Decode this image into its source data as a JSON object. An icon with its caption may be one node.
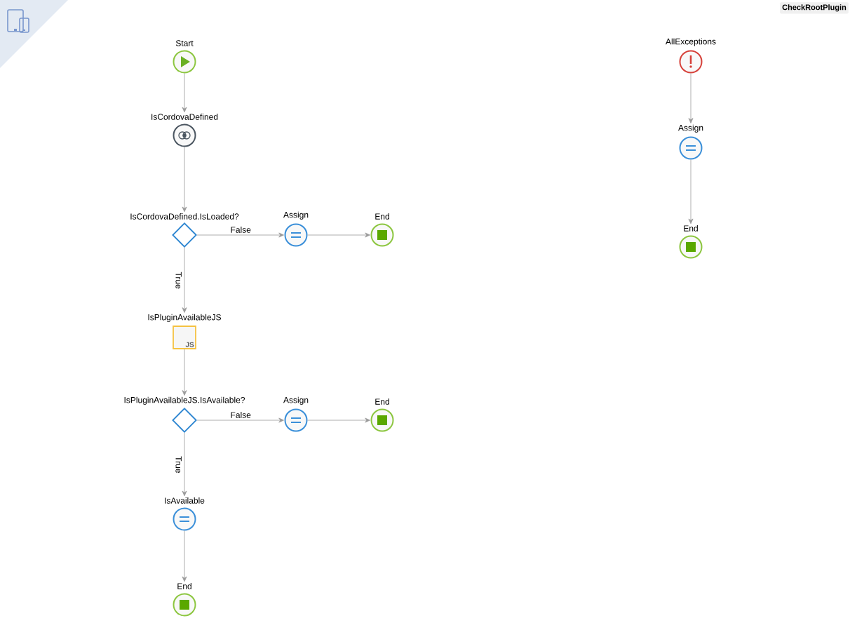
{
  "diagram": {
    "nodes": [
      {
        "text": [
          "Start"
        ]
      },
      {
        "text": [
          "IsCordovaDefined"
        ]
      },
      {
        "text": [
          "IsCordovaDefined.IsLoaded?"
        ]
      },
      {
        "text": [
          "Assign"
        ]
      },
      {
        "text": [
          "End"
        ]
      },
      {
        "text": [
          "IsPluginAvailableJS",
          "JS"
        ]
      },
      {
        "text": [
          "IsPluginAvailableJS.IsAvailable?"
        ]
      },
      {
        "text": [
          "Assign"
        ]
      },
      {
        "text": [
          "End"
        ]
      },
      {
        "text": [
          "IsAvailable"
        ]
      },
      {
        "text": [
          "End"
        ]
      },
      {
        "text": [
          "AllExceptions"
        ]
      },
      {
        "text": [
          "Assign"
        ]
      },
      {
        "text": [
          "End"
        ]
      }
    ],
    "edges": [
      {
        "from": 0,
        "to": 1,
        "arrow": "to"
      },
      {
        "from": 1,
        "to": 2,
        "arrow": "to"
      },
      {
        "from": 2,
        "to": 3,
        "arrow": "to",
        "label": "False"
      },
      {
        "from": 3,
        "to": 4,
        "arrow": "to"
      },
      {
        "from": 2,
        "to": 5,
        "arrow": "to",
        "label": "True"
      },
      {
        "from": 5,
        "to": 6,
        "arrow": "to"
      },
      {
        "from": 6,
        "to": 7,
        "arrow": "to",
        "label": "False"
      },
      {
        "from": 7,
        "to": 8,
        "arrow": "to"
      },
      {
        "from": 6,
        "to": 9,
        "arrow": "to",
        "label": "True"
      },
      {
        "from": 9,
        "to": 10,
        "arrow": "to"
      },
      {
        "from": 11,
        "to": 12,
        "arrow": "to"
      },
      {
        "from": 12,
        "to": 13,
        "arrow": "to"
      }
    ],
    "labels": [
      "CheckRootPlugin"
    ]
  }
}
